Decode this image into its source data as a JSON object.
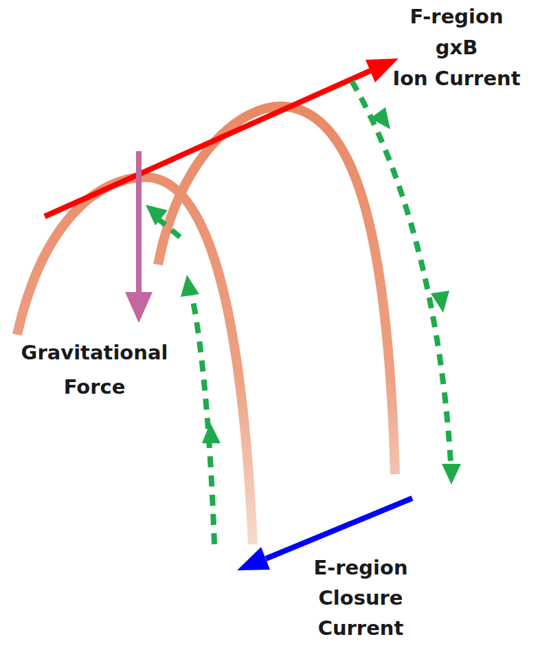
{
  "diagram": {
    "labels": [
      "F-region gxB Ion Current",
      "Gravitational Force",
      "E-region Closure Current"
    ]
  }
}
